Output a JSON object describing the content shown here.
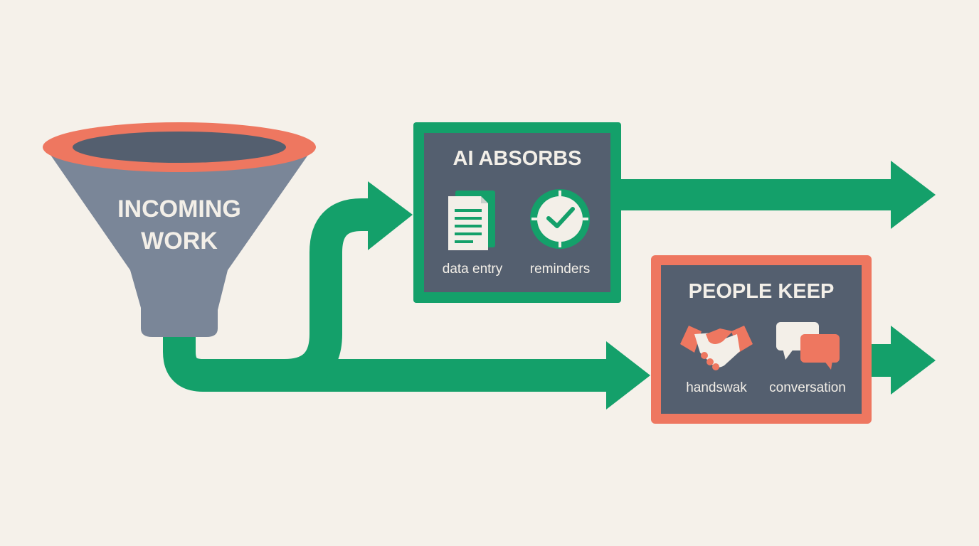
{
  "funnel": {
    "line1": "INCOMING",
    "line2": "WORK"
  },
  "ai_box": {
    "title": "AI ABSORBS",
    "items": [
      {
        "label": "data entry",
        "icon": "document-icon"
      },
      {
        "label": "reminders",
        "icon": "clock-check-icon"
      }
    ]
  },
  "people_box": {
    "title": "PEOPLE KEEP",
    "items": [
      {
        "label": "handswak",
        "icon": "handshake-icon"
      },
      {
        "label": "conversation",
        "icon": "chat-bubbles-icon"
      }
    ]
  },
  "colors": {
    "background": "#f5f1ea",
    "green": "#14a06a",
    "coral": "#ee7760",
    "slate": "#545f6f",
    "funnel_gray": "#7a8698",
    "text_light": "#f3efe8"
  }
}
